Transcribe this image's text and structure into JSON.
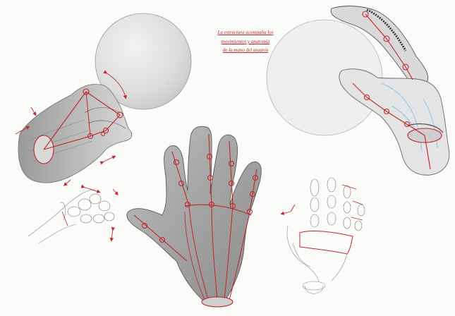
{
  "caption": {
    "line1": "La estructura acompaña los",
    "line2": "movimientos y anatomía",
    "line3": "de la mano del usuario"
  },
  "colors": {
    "paper": "#fbfbfa",
    "pencil": "#8a8a8a",
    "red_ink": "#c0262a",
    "glove_gray": "#9b9b9b",
    "blue_line": "#8fc6e6"
  },
  "drawings": [
    "gray-disc-center",
    "gray-disc-right",
    "glove-side-left",
    "hand-sketch-curled-left",
    "glove-palm-center",
    "hand-sketch-right",
    "glove-bent-top-right"
  ]
}
